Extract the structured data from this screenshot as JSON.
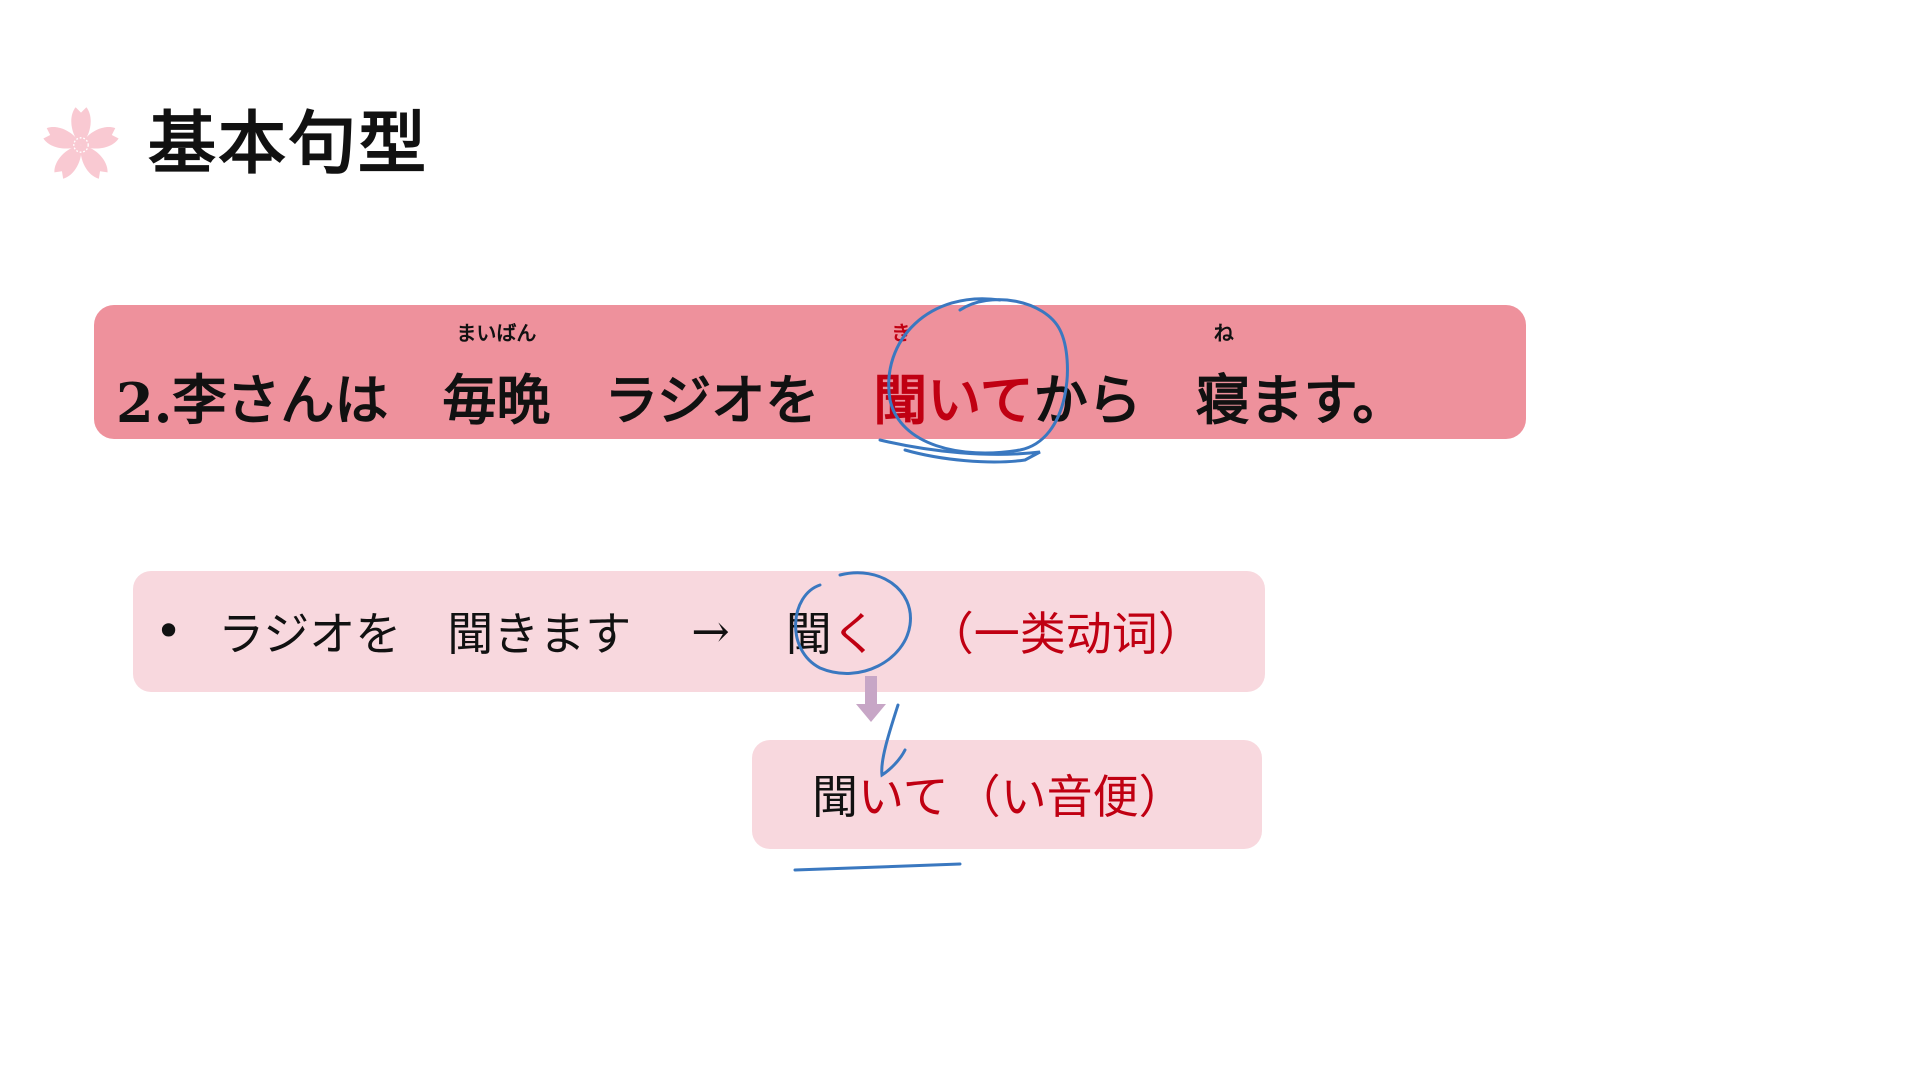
{
  "slide": {
    "title": "基本句型",
    "title_icon": "sakura-icon"
  },
  "example_sentence": {
    "number": "2.",
    "segments": [
      {
        "text": "李さんは",
        "ruby": ""
      },
      {
        "text": "毎晩",
        "ruby": "まいばん"
      },
      {
        "text": "ラジオを",
        "ruby": ""
      },
      {
        "text": "聞いて",
        "ruby": "き",
        "highlight": true
      },
      {
        "text": "から",
        "ruby": ""
      },
      {
        "text": "寝ます。",
        "ruby": "ね"
      }
    ],
    "background_color": "#ee919c",
    "highlight_color": "#c00012"
  },
  "conjugation": {
    "bullet": "•",
    "source_phrase_object": "ラジオを",
    "source_phrase_verb": "聞きます",
    "arrow": "→",
    "dictionary_form_stem": "聞",
    "dictionary_form_ending": "く",
    "verb_class": "（一类动词）",
    "result_stem": "聞",
    "result_ending": "いて",
    "result_note": "（い音便）",
    "box_color": "#f8d8de",
    "arrow_icon": "down-arrow-icon"
  },
  "annotations": {
    "ink_color": "#3a78c0"
  }
}
